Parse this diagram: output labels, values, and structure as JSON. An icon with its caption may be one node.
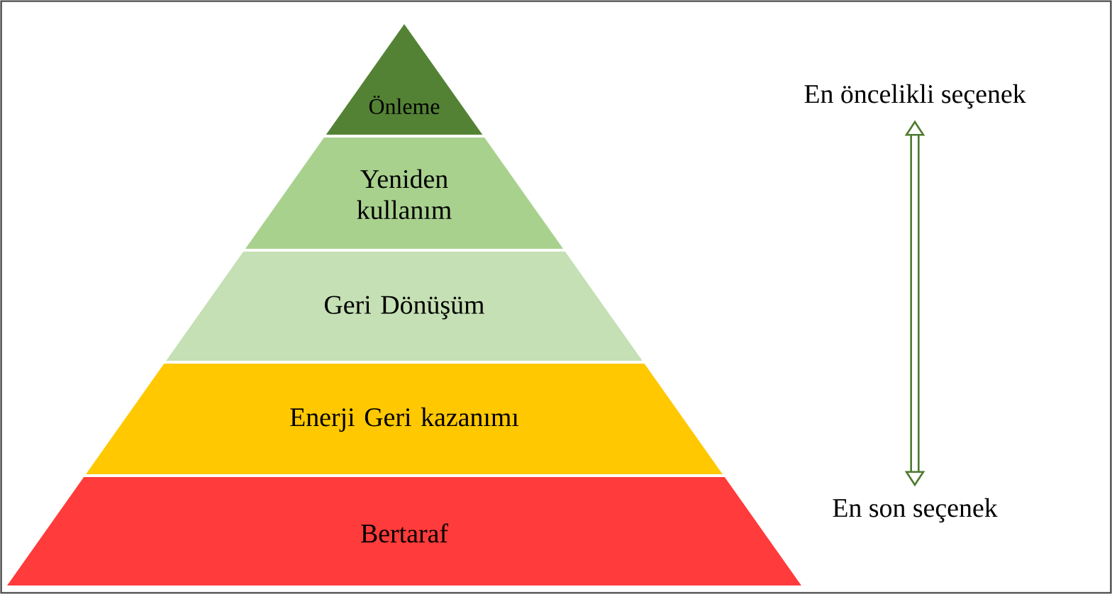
{
  "diagram": {
    "nodes": [
      {
        "text": [
          "Önleme"
        ]
      },
      {
        "text": [
          "Yeniden kullanım"
        ]
      },
      {
        "text": [
          "Geri Dönüşüm"
        ]
      },
      {
        "text": [
          "Enerji Geri kazanımı"
        ]
      },
      {
        "text": [
          "Bertaraf"
        ]
      },
      {
        "text": [
          "En öncelikli seçenek"
        ]
      },
      {
        "text": [
          "En son seçenek"
        ]
      }
    ],
    "edges": [
      {
        "from": 5,
        "to": 6,
        "arrow": "both"
      }
    ]
  }
}
